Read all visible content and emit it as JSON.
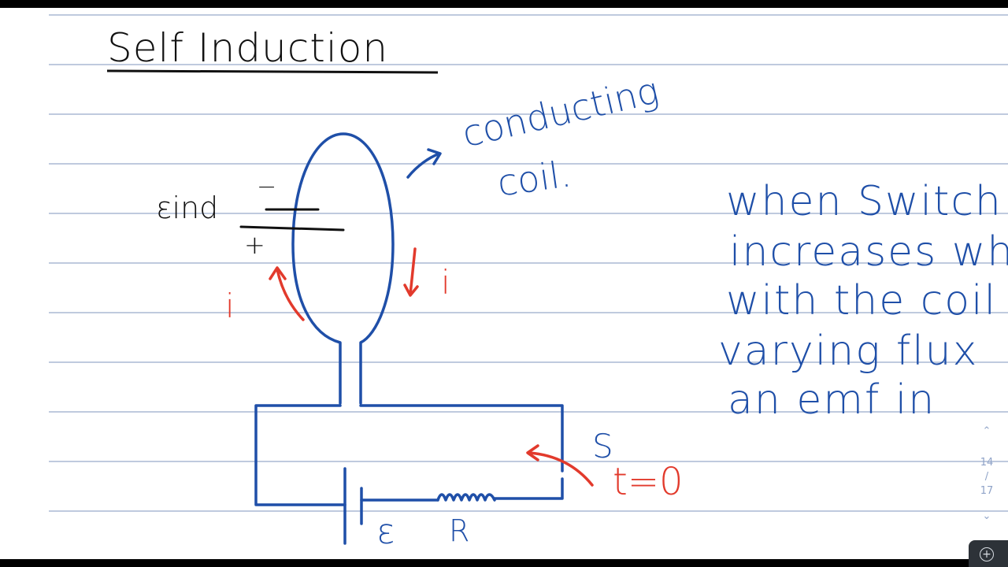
{
  "page": {
    "title": "Self Induction",
    "labels": {
      "conducting": "conducting",
      "coil": "coil.",
      "emf": "εind",
      "minus": "−",
      "plus": "+",
      "current_left": "i",
      "current_right": "i",
      "switch": "S",
      "time": "t=0",
      "battery": "ε",
      "resistor": "R"
    },
    "notes": [
      "when Switch",
      "increases whi",
      "with the coil",
      "varying flux",
      "an emf  in"
    ]
  },
  "navigation": {
    "up_icon": "chevron-up-icon",
    "current_page": "14",
    "separator": "/",
    "total_pages": "17",
    "down_icon": "chevron-down-icon"
  },
  "zoom": {
    "icon": "zoom-in-icon"
  },
  "colors": {
    "ink_blue": "#1f4fa8",
    "ink_red": "#e23a2c",
    "ink_black": "#111111",
    "ruled_line": "#aab9d4",
    "page": "#ffffff",
    "frame": "#000000"
  }
}
